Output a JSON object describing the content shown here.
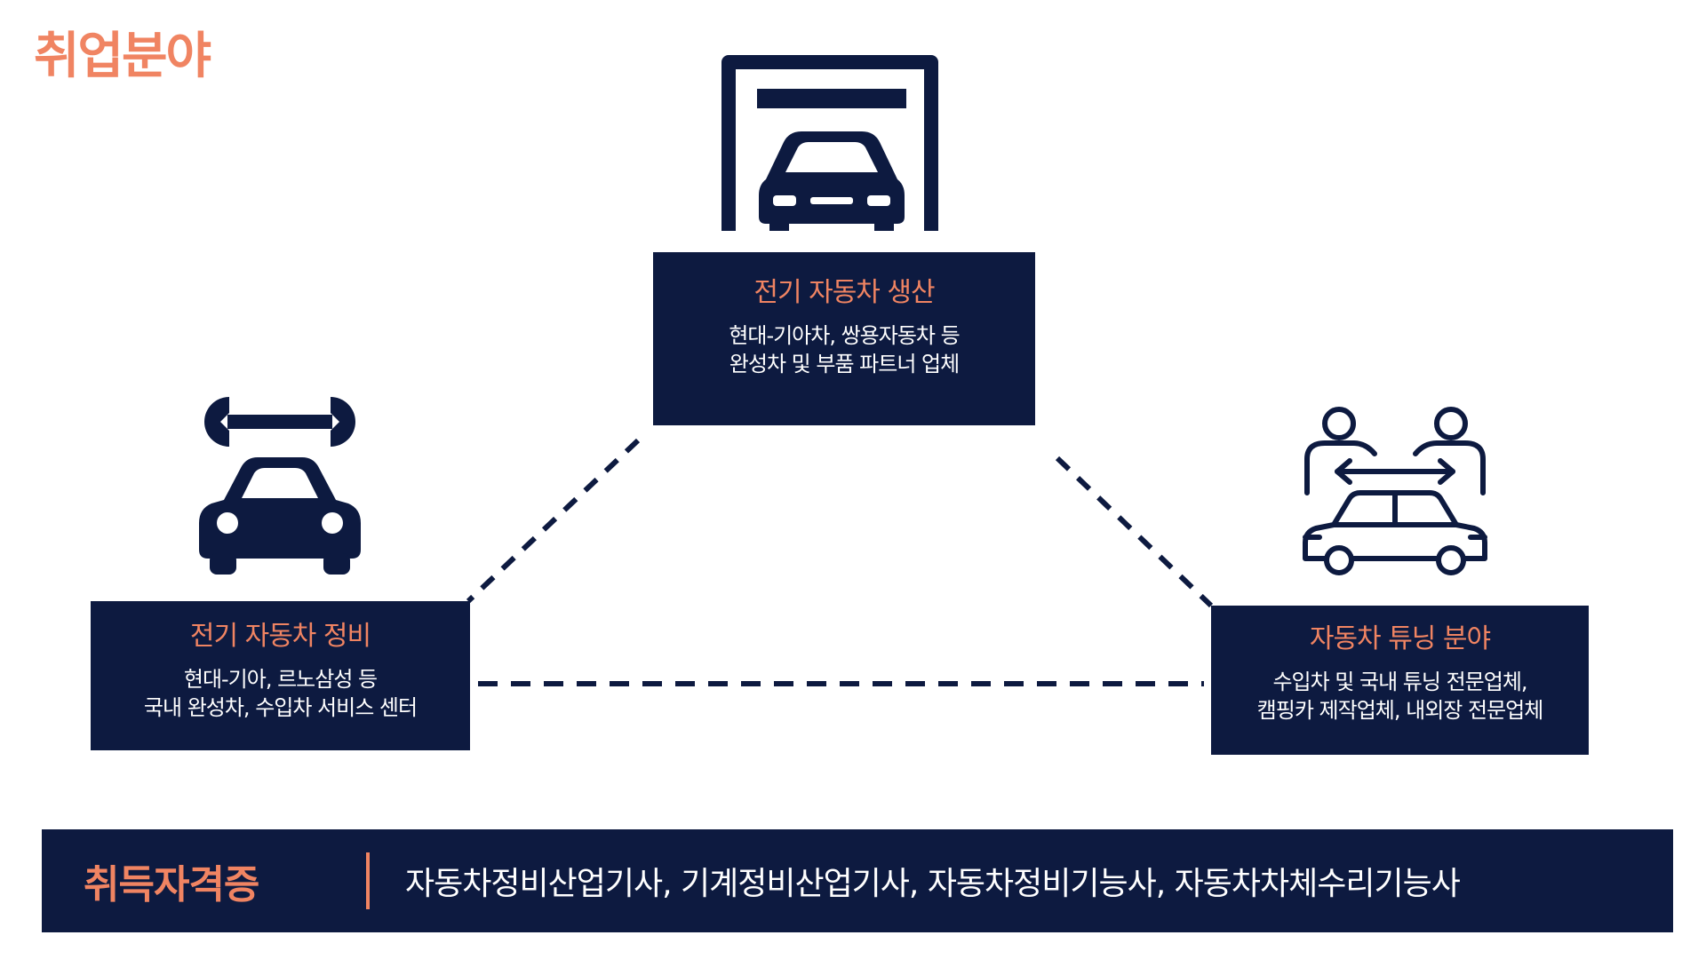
{
  "page": {
    "title": "취업분야"
  },
  "fields": {
    "production": {
      "title": "전기 자동차 생산",
      "desc_line1": "현대-기아차, 쌍용자동차 등",
      "desc_line2": "완성차 및 부품 파트너 업체"
    },
    "maintenance": {
      "title": "전기 자동차 정비",
      "desc_line1": "현대-기아, 르노삼성 등",
      "desc_line2": "국내 완성차, 수입차 서비스 센터"
    },
    "tuning": {
      "title": "자동차 튜닝 분야",
      "desc_line1": "수입차 및 국내 튜닝 전문업체,",
      "desc_line2": "캠핑카 제작업체, 내외장 전문업체"
    }
  },
  "certifications": {
    "label": "취득자격증",
    "values": "자동차정비산업기사, 기계정비산업기사, 자동차정비기능사, 자동차차체수리기능사"
  },
  "icons": {
    "production": "garage-car-icon",
    "maintenance": "wrench-car-icon",
    "tuning": "people-exchange-car-icon"
  },
  "colors": {
    "accent": "#f08462",
    "navy": "#0d1a40",
    "text": "#ffffff"
  }
}
